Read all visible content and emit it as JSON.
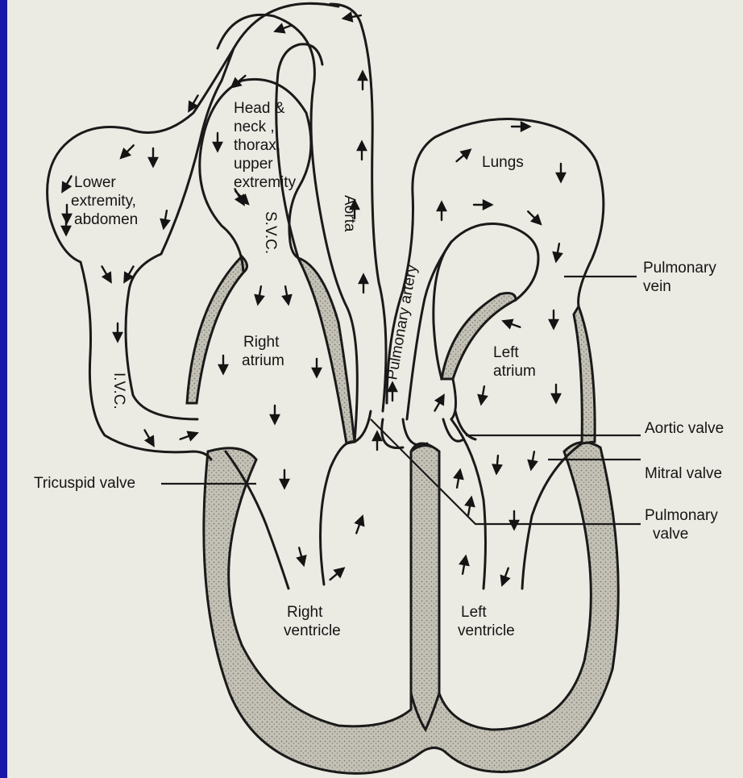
{
  "diagram": {
    "labels": {
      "lower_extremity": [
        "Lower",
        "extremity,",
        "abdomen"
      ],
      "head_neck": [
        "Head &",
        "neck ,",
        "thorax,",
        "upper",
        "extremity"
      ],
      "svc": "S.V.C.",
      "ivc": "I.V.C.",
      "aorta": "Aorta",
      "pulmonary_artery": "Pulmonary artery",
      "lungs": "Lungs",
      "right_atrium": [
        "Right",
        "atrium"
      ],
      "left_atrium": [
        "Left",
        "atrium"
      ],
      "right_ventricle": [
        "Right",
        "ventricle"
      ],
      "left_ventricle": [
        "Left",
        "ventricle"
      ],
      "pulmonary_vein": [
        "Pulmonary",
        "vein"
      ],
      "aortic_valve": "Aortic valve",
      "mitral_valve": "Mitral valve",
      "pulmonary_valve": [
        "Pulmonary",
        "valve"
      ],
      "tricuspid_valve": "Tricuspid valve"
    },
    "colors": {
      "slide_background": "#1a18a8",
      "paper": "#ecebe3",
      "ink": "#1a1a1a",
      "wall_shading": "#b9b6ab"
    }
  }
}
